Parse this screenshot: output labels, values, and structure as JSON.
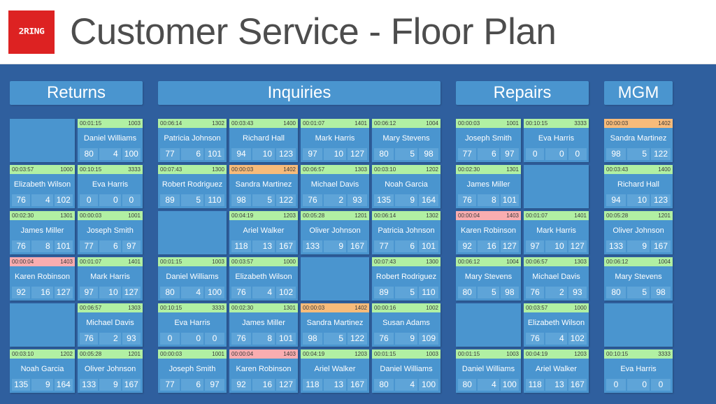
{
  "header": {
    "logo_text": "2RING",
    "title": "Customer Service - Floor Plan"
  },
  "colors": {
    "board_background": "#2f5f9e",
    "card_background": "#4a95cf",
    "metric_background": "#5ea4d8",
    "status_available": "#b1f0a3",
    "status_warning": "#f7bb7a",
    "status_alert": "#f9adb0",
    "logo_red": "#dd2222",
    "title_gray": "#4d4d4d"
  },
  "groups": [
    {
      "name": "Returns",
      "columns": 2,
      "cards": [
        {
          "empty": true
        },
        {
          "status": "green",
          "timer": "00:01:15",
          "ext": "1003",
          "name": "Daniel Williams",
          "m1": "80",
          "m2": "4",
          "m3": "100"
        },
        {
          "status": "green",
          "timer": "00:03:57",
          "ext": "1000",
          "name": "Elizabeth Wilson",
          "m1": "76",
          "m2": "4",
          "m3": "102"
        },
        {
          "status": "green",
          "timer": "00:10:15",
          "ext": "3333",
          "name": "Eva Harris",
          "m1": "0",
          "m2": "0",
          "m3": "0"
        },
        {
          "status": "green",
          "timer": "00:02:30",
          "ext": "1301",
          "name": "James Miller",
          "m1": "76",
          "m2": "8",
          "m3": "101"
        },
        {
          "status": "green",
          "timer": "00:00:03",
          "ext": "1001",
          "name": "Joseph Smith",
          "m1": "77",
          "m2": "6",
          "m3": "97"
        },
        {
          "status": "pink",
          "timer": "00:00:04",
          "ext": "1403",
          "name": "Karen Robinson",
          "m1": "92",
          "m2": "16",
          "m3": "127"
        },
        {
          "status": "green",
          "timer": "00:01:07",
          "ext": "1401",
          "name": "Mark Harris",
          "m1": "97",
          "m2": "10",
          "m3": "127"
        },
        {
          "empty": true
        },
        {
          "status": "green",
          "timer": "00:06:57",
          "ext": "1303",
          "name": "Michael Davis",
          "m1": "76",
          "m2": "2",
          "m3": "93"
        },
        {
          "status": "green",
          "timer": "00:03:10",
          "ext": "1202",
          "name": "Noah Garcia",
          "m1": "135",
          "m2": "9",
          "m3": "164"
        },
        {
          "status": "green",
          "timer": "00:05:28",
          "ext": "1201",
          "name": "Oliver Johnson",
          "m1": "133",
          "m2": "9",
          "m3": "167"
        }
      ]
    },
    {
      "name": "Inquiries",
      "columns": 4,
      "cards": [
        {
          "status": "green",
          "timer": "00:06:14",
          "ext": "1302",
          "name": "Patricia Johnson",
          "m1": "77",
          "m2": "6",
          "m3": "101"
        },
        {
          "status": "green",
          "timer": "00:03:43",
          "ext": "1400",
          "name": "Richard Hall",
          "m1": "94",
          "m2": "10",
          "m3": "123"
        },
        {
          "status": "green",
          "timer": "00:01:07",
          "ext": "1401",
          "name": "Mark Harris",
          "m1": "97",
          "m2": "10",
          "m3": "127"
        },
        {
          "status": "green",
          "timer": "00:06:12",
          "ext": "1004",
          "name": "Mary Stevens",
          "m1": "80",
          "m2": "5",
          "m3": "98"
        },
        {
          "status": "green",
          "timer": "00:07:43",
          "ext": "1300",
          "name": "Robert Rodriguez",
          "m1": "89",
          "m2": "5",
          "m3": "110"
        },
        {
          "status": "orange",
          "timer": "00:00:03",
          "ext": "1402",
          "name": "Sandra Martinez",
          "m1": "98",
          "m2": "5",
          "m3": "122"
        },
        {
          "status": "green",
          "timer": "00:06:57",
          "ext": "1303",
          "name": "Michael Davis",
          "m1": "76",
          "m2": "2",
          "m3": "93"
        },
        {
          "status": "green",
          "timer": "00:03:10",
          "ext": "1202",
          "name": "Noah Garcia",
          "m1": "135",
          "m2": "9",
          "m3": "164"
        },
        {
          "empty": true
        },
        {
          "status": "green",
          "timer": "00:04:19",
          "ext": "1203",
          "name": "Ariel Walker",
          "m1": "118",
          "m2": "13",
          "m3": "167"
        },
        {
          "status": "green",
          "timer": "00:05:28",
          "ext": "1201",
          "name": "Oliver Johnson",
          "m1": "133",
          "m2": "9",
          "m3": "167"
        },
        {
          "status": "green",
          "timer": "00:06:14",
          "ext": "1302",
          "name": "Patricia Johnson",
          "m1": "77",
          "m2": "6",
          "m3": "101"
        },
        {
          "status": "green",
          "timer": "00:01:15",
          "ext": "1003",
          "name": "Daniel Williams",
          "m1": "80",
          "m2": "4",
          "m3": "100"
        },
        {
          "status": "green",
          "timer": "00:03:57",
          "ext": "1000",
          "name": "Elizabeth Wilson",
          "m1": "76",
          "m2": "4",
          "m3": "102"
        },
        {
          "empty": true
        },
        {
          "status": "green",
          "timer": "00:07:43",
          "ext": "1300",
          "name": "Robert Rodriguez",
          "m1": "89",
          "m2": "5",
          "m3": "110"
        },
        {
          "status": "green",
          "timer": "00:10:15",
          "ext": "3333",
          "name": "Eva Harris",
          "m1": "0",
          "m2": "0",
          "m3": "0"
        },
        {
          "status": "green",
          "timer": "00:02:30",
          "ext": "1301",
          "name": "James Miller",
          "m1": "76",
          "m2": "8",
          "m3": "101"
        },
        {
          "status": "orange",
          "timer": "00:00:03",
          "ext": "1402",
          "name": "Sandra Martinez",
          "m1": "98",
          "m2": "5",
          "m3": "122"
        },
        {
          "status": "green",
          "timer": "00:00:16",
          "ext": "1002",
          "name": "Susan Adams",
          "m1": "76",
          "m2": "9",
          "m3": "109"
        },
        {
          "status": "green",
          "timer": "00:00:03",
          "ext": "1001",
          "name": "Joseph Smith",
          "m1": "77",
          "m2": "6",
          "m3": "97"
        },
        {
          "status": "pink",
          "timer": "00:00:04",
          "ext": "1403",
          "name": "Karen Robinson",
          "m1": "92",
          "m2": "16",
          "m3": "127"
        },
        {
          "status": "green",
          "timer": "00:04:19",
          "ext": "1203",
          "name": "Ariel Walker",
          "m1": "118",
          "m2": "13",
          "m3": "167"
        },
        {
          "status": "green",
          "timer": "00:01:15",
          "ext": "1003",
          "name": "Daniel Williams",
          "m1": "80",
          "m2": "4",
          "m3": "100"
        }
      ]
    },
    {
      "name": "Repairs",
      "columns": 2,
      "cards": [
        {
          "status": "green",
          "timer": "00:00:03",
          "ext": "1001",
          "name": "Joseph Smith",
          "m1": "77",
          "m2": "6",
          "m3": "97"
        },
        {
          "status": "green",
          "timer": "00:10:15",
          "ext": "3333",
          "name": "Eva Harris",
          "m1": "0",
          "m2": "0",
          "m3": "0"
        },
        {
          "status": "green",
          "timer": "00:02:30",
          "ext": "1301",
          "name": "James Miller",
          "m1": "76",
          "m2": "8",
          "m3": "101"
        },
        {
          "empty": true
        },
        {
          "status": "pink",
          "timer": "00:00:04",
          "ext": "1403",
          "name": "Karen Robinson",
          "m1": "92",
          "m2": "16",
          "m3": "127"
        },
        {
          "status": "green",
          "timer": "00:01:07",
          "ext": "1401",
          "name": "Mark Harris",
          "m1": "97",
          "m2": "10",
          "m3": "127"
        },
        {
          "status": "green",
          "timer": "00:06:12",
          "ext": "1004",
          "name": "Mary Stevens",
          "m1": "80",
          "m2": "5",
          "m3": "98"
        },
        {
          "status": "green",
          "timer": "00:06:57",
          "ext": "1303",
          "name": "Michael Davis",
          "m1": "76",
          "m2": "2",
          "m3": "93"
        },
        {
          "empty": true
        },
        {
          "status": "green",
          "timer": "00:03:57",
          "ext": "1000",
          "name": "Elizabeth Wilson",
          "m1": "76",
          "m2": "4",
          "m3": "102"
        },
        {
          "status": "green",
          "timer": "00:01:15",
          "ext": "1003",
          "name": "Daniel Williams",
          "m1": "80",
          "m2": "4",
          "m3": "100"
        },
        {
          "status": "green",
          "timer": "00:04:19",
          "ext": "1203",
          "name": "Ariel Walker",
          "m1": "118",
          "m2": "13",
          "m3": "167"
        }
      ]
    },
    {
      "name": "MGM",
      "columns": 1,
      "cards": [
        {
          "status": "orange",
          "timer": "00:00:03",
          "ext": "1402",
          "name": "Sandra Martinez",
          "m1": "98",
          "m2": "5",
          "m3": "122"
        },
        {
          "status": "green",
          "timer": "00:03:43",
          "ext": "1400",
          "name": "Richard Hall",
          "m1": "94",
          "m2": "10",
          "m3": "123"
        },
        {
          "status": "green",
          "timer": "00:05:28",
          "ext": "1201",
          "name": "Oliver Johnson",
          "m1": "133",
          "m2": "9",
          "m3": "167"
        },
        {
          "status": "green",
          "timer": "00:06:12",
          "ext": "1004",
          "name": "Mary Stevens",
          "m1": "80",
          "m2": "5",
          "m3": "98"
        },
        {
          "empty": true
        },
        {
          "status": "green",
          "timer": "00:10:15",
          "ext": "3333",
          "name": "Eva Harris",
          "m1": "0",
          "m2": "0",
          "m3": "0"
        }
      ]
    }
  ]
}
